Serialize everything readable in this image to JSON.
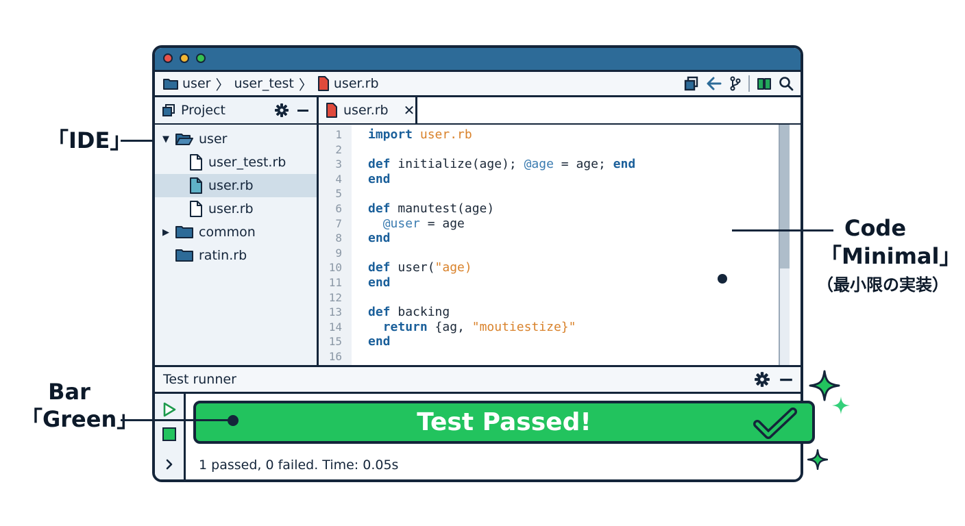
{
  "window": {
    "breadcrumbs": [
      "user",
      "user_test",
      "user.rb"
    ],
    "toolbar_icons": [
      "copy-icon",
      "back-arrow-icon",
      "git-branch-icon",
      "book-icon",
      "search-icon"
    ]
  },
  "sidebar": {
    "title": "Project",
    "items": [
      {
        "label": "user",
        "type": "folder-open",
        "expanded": true
      },
      {
        "label": "user_test.rb",
        "type": "file"
      },
      {
        "label": "user.rb",
        "type": "file",
        "selected": true
      },
      {
        "label": "user.rb",
        "type": "file"
      },
      {
        "label": "common",
        "type": "folder",
        "collapsed": true
      },
      {
        "label": "ratin.rb",
        "type": "folder"
      }
    ]
  },
  "editor": {
    "tab_label": "user.rb",
    "line_numbers": [
      "1",
      "2",
      "3",
      "4",
      "5",
      "6",
      "7",
      "8",
      "9",
      "10",
      "11",
      "12",
      "13",
      "14",
      "15",
      "16"
    ],
    "lines": [
      {
        "kw": "import",
        "rest": "",
        "str": " user.rb"
      },
      {
        "kw": "",
        "rest": ""
      },
      {
        "kw": "def",
        "rest": " initialize(age); ",
        "ivar": "@age",
        "rest2": " = age; ",
        "kw2": "end"
      },
      {
        "kw": "end",
        "rest": ""
      },
      {
        "kw": "",
        "rest": ""
      },
      {
        "kw": "def",
        "rest": " manutest(age)"
      },
      {
        "indent": "  ",
        "ivar": "@user",
        "rest": " = age"
      },
      {
        "kw": "end",
        "rest": ""
      },
      {
        "kw": "",
        "rest": ""
      },
      {
        "kw": "def",
        "rest": " user(",
        "str": "\"age)"
      },
      {
        "kw": "end",
        "rest": ""
      },
      {
        "kw": "",
        "rest": ""
      },
      {
        "kw": "def",
        "rest": " backing"
      },
      {
        "indent": "  ",
        "kw": "return",
        "rest": " {ag, ",
        "str": "\"moutiestize}\""
      },
      {
        "kw": "end",
        "rest": ""
      },
      {
        "kw": "",
        "rest": ""
      }
    ]
  },
  "runner": {
    "title": "Test runner",
    "status_banner": "Test Passed!",
    "summary": "1 passed, 0 failed. Time: 0.05s"
  },
  "annotations": {
    "ide": "「IDE」",
    "code_title": "Code",
    "code_label": "「Minimal」",
    "code_sub": "（最小限の実装）",
    "bar_title": "Bar",
    "bar_label": "「Green」"
  },
  "colors": {
    "accent_blue": "#2d6b98",
    "pass_green": "#22c35e",
    "outline": "#14253a",
    "keyword": "#1a5f9a",
    "string": "#d9822b"
  }
}
